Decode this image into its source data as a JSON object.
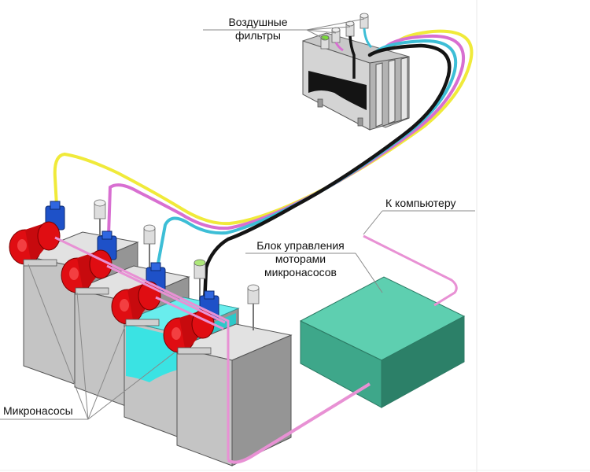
{
  "labels": {
    "air_filters": [
      "Воздушные",
      "фильтры"
    ],
    "to_computer": "К компьютеру",
    "control_unit": [
      "Блок управления",
      "моторами",
      "микронасосов"
    ],
    "micropumps": "Микронасосы"
  },
  "colors": {
    "tank_light": "#e2e2e2",
    "tank_mid": "#c4c4c4",
    "tank_dark": "#959595",
    "ink": "#33e5e5",
    "motor": "#e00d12",
    "pump_head": "#1e51c8",
    "controller_top": "#5ecfb0",
    "controller_front": "#3ea78a",
    "controller_side": "#2c8068",
    "cable": "#e891d4",
    "tube_yellow": "#f0ea3a",
    "tube_magenta": "#d86fd1",
    "tube_cyan": "#3dbed6",
    "tube_black": "#141414"
  }
}
